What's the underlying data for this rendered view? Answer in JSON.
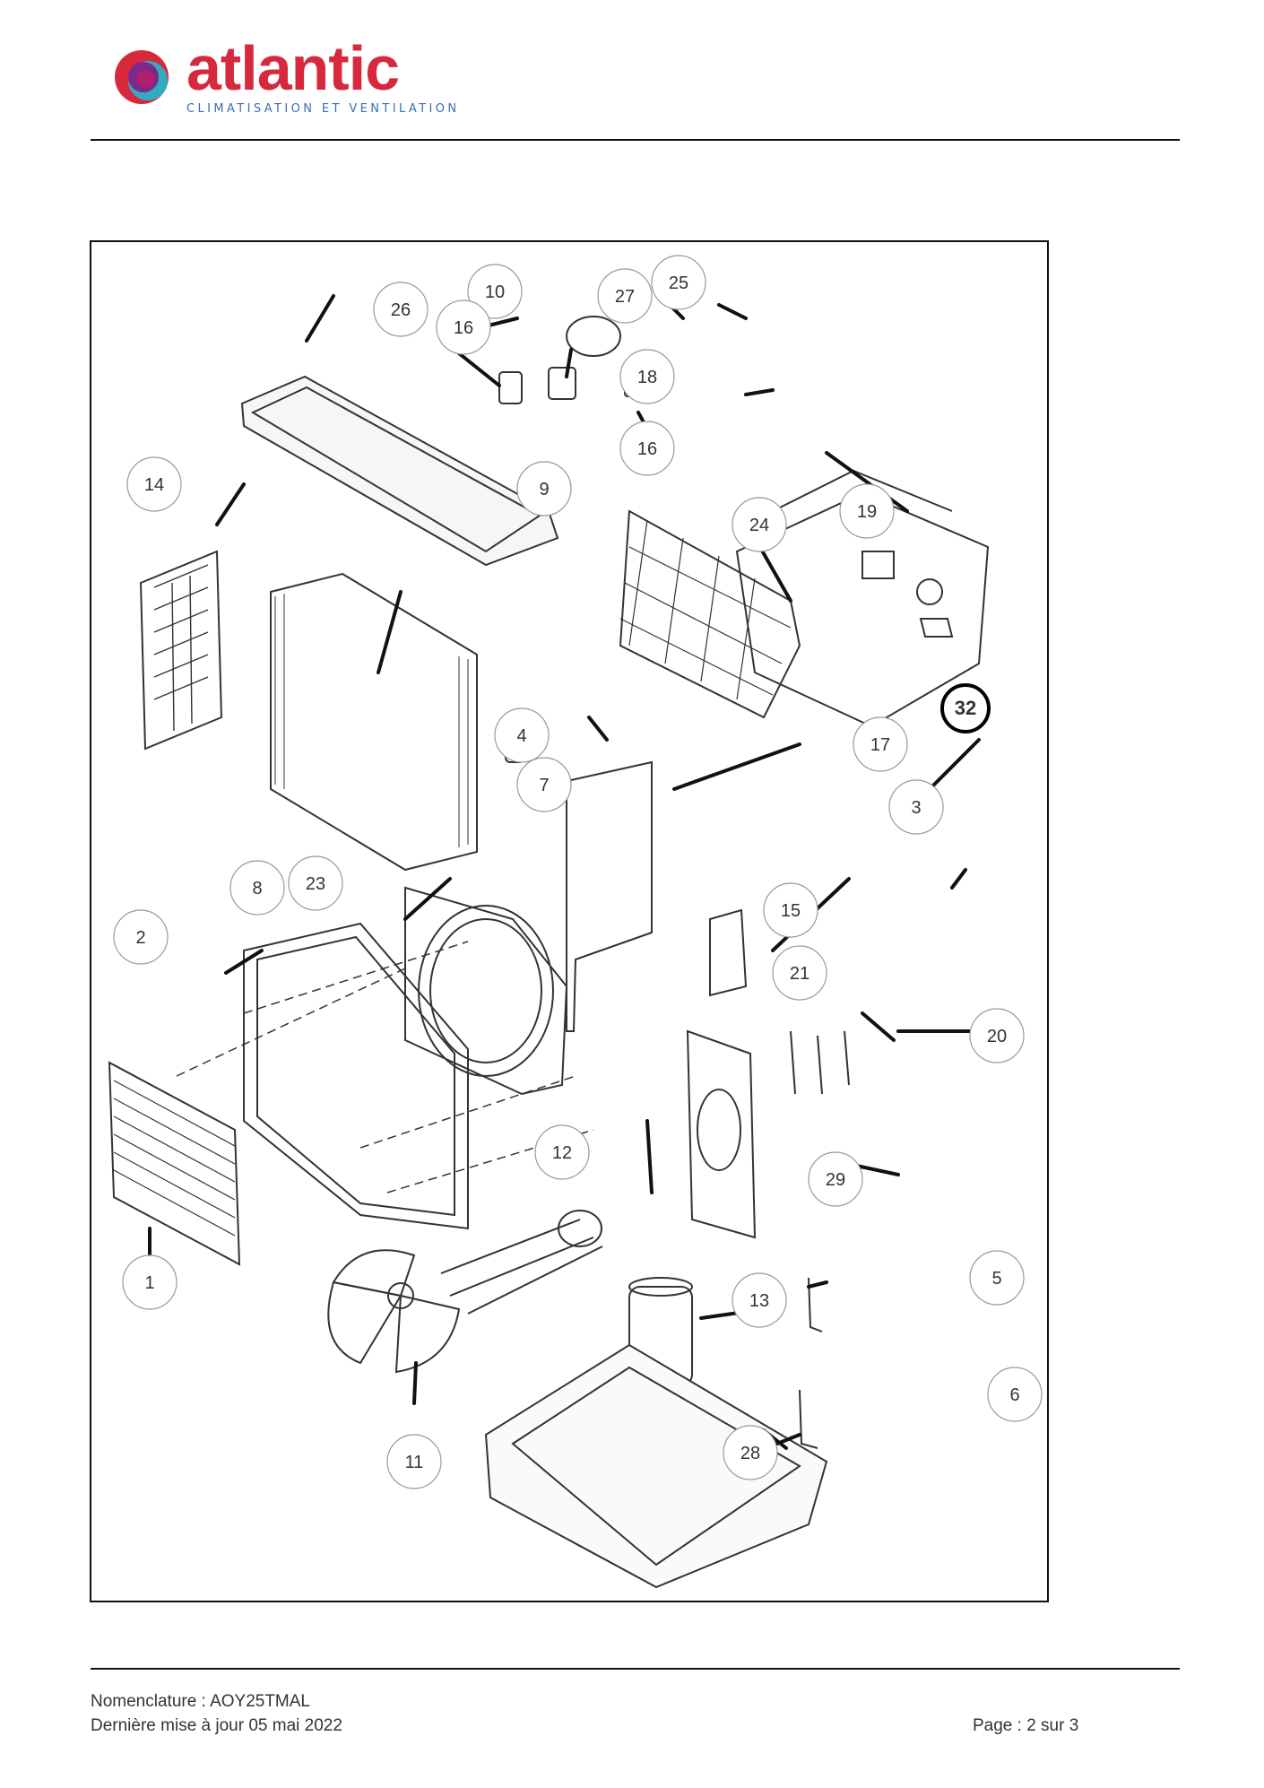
{
  "header": {
    "brand": "atlantic",
    "tagline": "CLIMATISATION ET VENTILATION",
    "brand_color": "#d6293e",
    "tagline_color": "#3a6fb0"
  },
  "diagram": {
    "labels": [
      "1",
      "2",
      "3",
      "4",
      "5",
      "6",
      "7",
      "8",
      "9",
      "10",
      "11",
      "12",
      "13",
      "14",
      "15",
      "16",
      "16",
      "17",
      "18",
      "19",
      "20",
      "21",
      "23",
      "24",
      "25",
      "26",
      "27",
      "28",
      "29",
      "32"
    ]
  },
  "footer": {
    "nomenclature": "Nomenclature : AOY25TMAL",
    "updated": "Dernière mise à jour 05 mai 2022",
    "page": "Page : 2 sur 3"
  }
}
